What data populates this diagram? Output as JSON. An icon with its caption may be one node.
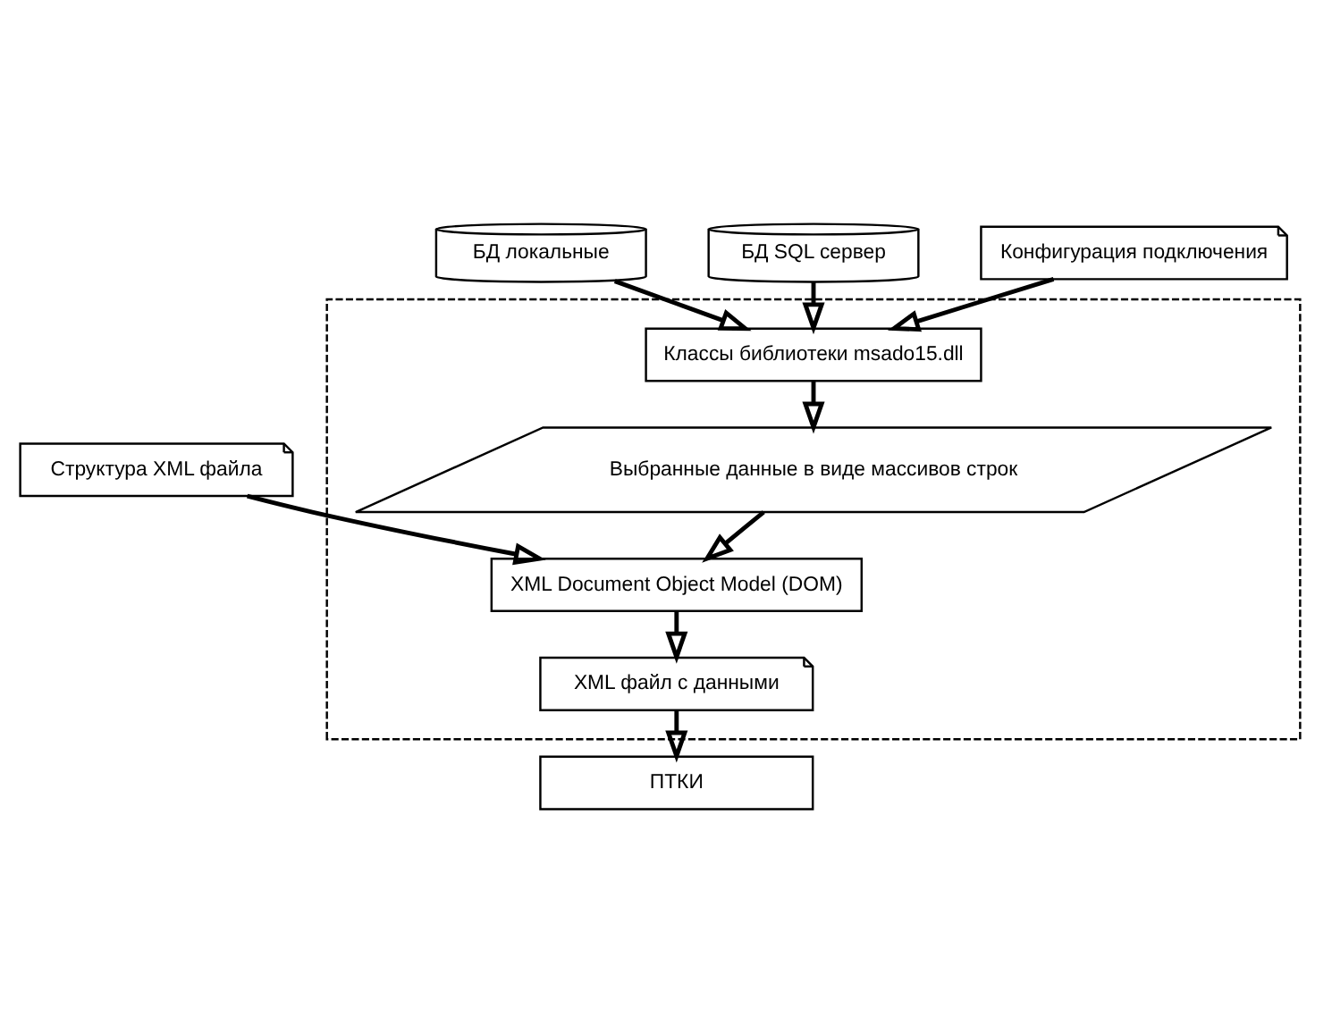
{
  "diagram": {
    "nodes": [
      {
        "text": [],
        "shape": "box"
      },
      {
        "text": [
          "БД локальные"
        ]
      },
      {
        "text": [
          "БД SQL сервер"
        ]
      },
      {
        "text": [
          "Классы библиотеки msado15.dll"
        ],
        "in": 0
      },
      {
        "text": [
          "Конфигурация подключения"
        ]
      },
      {
        "text": [
          "Выбранные данные в виде массивов строк"
        ],
        "in": 0
      },
      {
        "text": [
          "XML Document Object Model (DOM)"
        ],
        "in": 0
      },
      {
        "text": [
          "Структура XML файла"
        ]
      },
      {
        "text": [
          "XML файл с данными"
        ],
        "in": 0
      },
      {
        "text": [
          "ПТКИ"
        ]
      }
    ],
    "edges": [
      {
        "from": 1,
        "to": 3,
        "arrow": "to"
      },
      {
        "from": 2,
        "to": 3,
        "arrow": "to"
      },
      {
        "from": 4,
        "to": 3,
        "arrow": "to"
      },
      {
        "from": 3,
        "to": 5,
        "arrow": "to"
      },
      {
        "from": 5,
        "to": 6,
        "arrow": "to"
      },
      {
        "from": 7,
        "to": 6,
        "arrow": "to"
      },
      {
        "from": 6,
        "to": 8,
        "arrow": "to"
      },
      {
        "from": 8,
        "to": 9,
        "arrow": "to"
      }
    ]
  }
}
